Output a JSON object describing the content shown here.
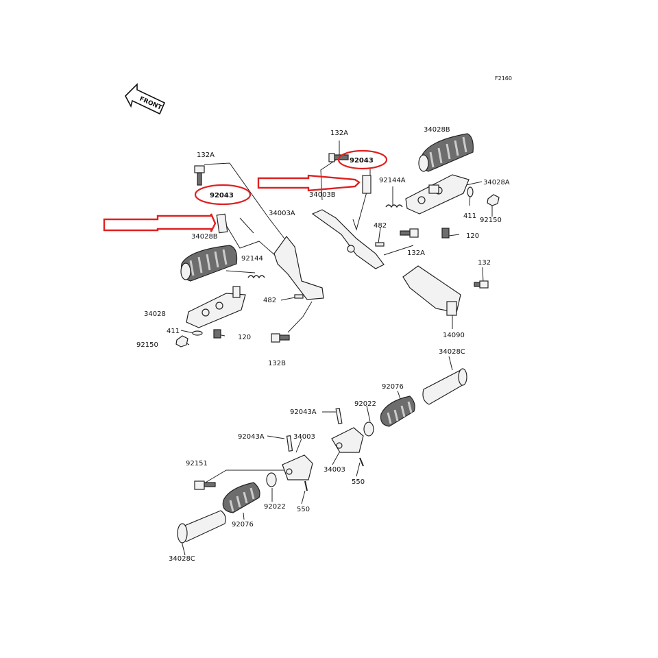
{
  "figure_code": "F2160",
  "front_indicator": "FRONT",
  "highlight_color": "#e02020",
  "highlighted_part": "92043",
  "callouts": {
    "left_132A": "132A",
    "left_92043": "92043",
    "left_34028B": "34028B",
    "left_92144": "92144",
    "left_34003A": "34003A",
    "left_482": "482",
    "left_34028": "34028",
    "left_411": "411",
    "left_92150": "92150",
    "left_120": "120",
    "left_132B": "132B",
    "right_132A_top": "132A",
    "right_92043": "92043",
    "right_92144A": "92144A",
    "right_34003B": "34003B",
    "right_34028B": "34028B",
    "right_34028A": "34028A",
    "right_411": "411",
    "right_92150": "92150",
    "right_482": "482",
    "right_120": "120",
    "right_132A_bottom": "132A",
    "right_132": "132",
    "right_14090": "14090",
    "bottom_34028C_right": "34028C",
    "bottom_92076_right": "92076",
    "bottom_92022_right": "92022",
    "bottom_92043A_right": "92043A",
    "bottom_34003_right": "34003",
    "bottom_550_right": "550",
    "bottom_92043A_left": "92043A",
    "bottom_34003_left": "34003",
    "bottom_92151": "92151",
    "bottom_92022_left": "92022",
    "bottom_550_left": "550",
    "bottom_92076_left": "92076",
    "bottom_34028C_left": "34028C"
  }
}
